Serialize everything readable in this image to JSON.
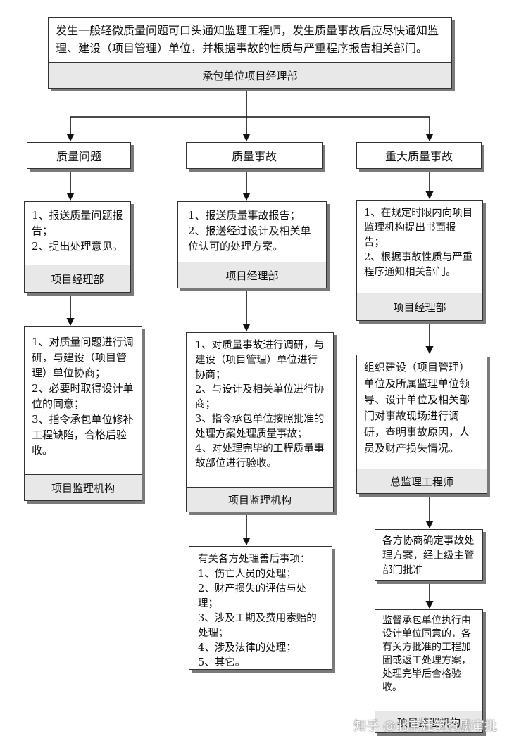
{
  "top": {
    "text": "发生一般轻微质量问题可口头通知监理工程师，发生质量事故后应尽快通知监理、建设（项目管理）单位，并根据事故的性质与严重程序报告相关部门。",
    "footer": "承包单位项目经理部"
  },
  "columns": {
    "quality_issue": {
      "title": "质量问题",
      "step1": {
        "items": [
          "1、报送质量问题报告；",
          "2、提出处理意见。"
        ],
        "footer": "项目经理部"
      },
      "step2": {
        "items": [
          "1、对质量问题进行调研，与建设（项目管理）单位协商；",
          "2、必要时取得设计单位的同意；",
          "3、指令承包单位修补工程缺陷，合格后验收。"
        ],
        "footer": "项目监理机构"
      }
    },
    "quality_accident": {
      "title": "质量事故",
      "step1": {
        "items": [
          "1、报送质量事故报告；",
          "2、报送经过设计及相关单位认可的处理方案。"
        ],
        "footer": "项目经理部"
      },
      "step2": {
        "items": [
          "1、对质量事故进行调研，与建设（项目管理）单位进行协商；",
          "2、与设计及相关单位进行协商；",
          "3、指令承包单位按照批准的处理方案处理质量事故；",
          "4、对处理完毕的工程质量事故部位进行验收。"
        ],
        "footer": "项目监理机构"
      },
      "step3": {
        "title": "有关各方处理善后事项：",
        "items": [
          "1、伤亡人员的处理；",
          "2、财产损失的评估与处理；",
          "3、涉及工期及费用索赔的处理；",
          "4、涉及法律的处理；",
          "5、其它。"
        ]
      }
    },
    "major_accident": {
      "title": "重大质量事故",
      "step1": {
        "items": [
          "1、在规定时限内向项目监理机构提出书面报告；",
          "2、根据事故性质与严重程序通知相关部门。"
        ],
        "footer": "项目经理部"
      },
      "step2": {
        "text": "组织建设（项目管理）单位及所属监理单位领导、设计单位及相关部门对事故现场进行调研，查明事故原因，人员及财产损失情况。",
        "footer": "总监理工程师"
      },
      "step3": {
        "text": "各方协商确定事故处理方案，经上级主管部门批准"
      },
      "step4": {
        "text": "监督承包单位执行由设计单位同意的，各有关方批准的工程加固或返工处理方案，处理完毕后合格验收。",
        "footer": "项目监理机构"
      }
    }
  },
  "watermark": "知乎 @北京建筑资质审批"
}
